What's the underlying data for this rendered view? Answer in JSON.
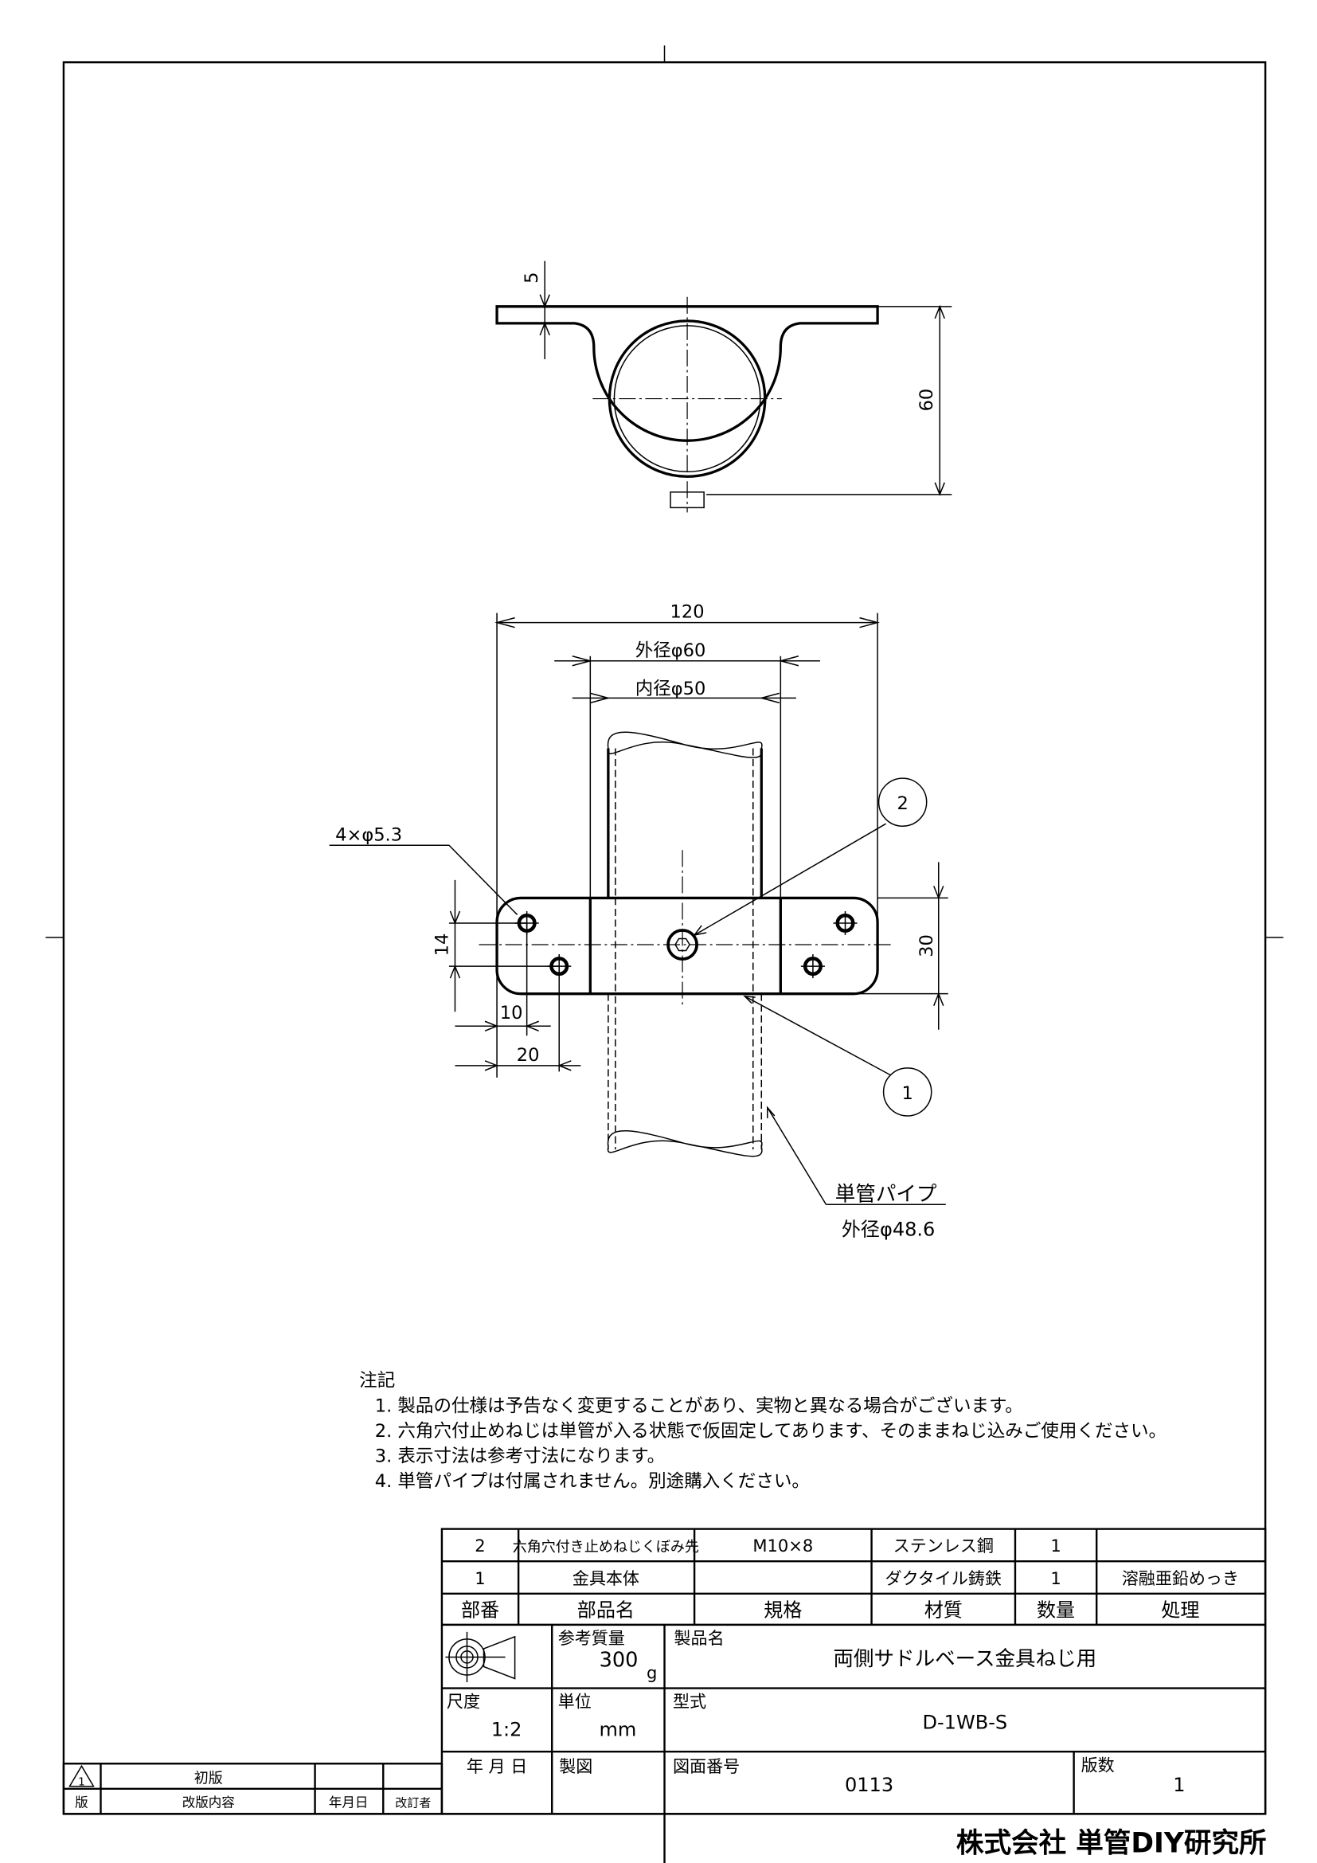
{
  "dimensions": {
    "thickness": "5",
    "height": "60",
    "width": "120",
    "outer_diameter": "外径φ60",
    "inner_diameter": "内径φ50",
    "holes": "4×φ5.3",
    "hole_pitch_v": "14",
    "plate_height": "30",
    "hole_offset_1": "10",
    "hole_offset_2": "20"
  },
  "balloons": [
    "1",
    "2"
  ],
  "pipe_label": {
    "name": "単管パイプ",
    "diameter": "外径φ48.6"
  },
  "notes": {
    "heading": "注記",
    "items": [
      "1. 製品の仕様は予告なく変更することがあり、実物と異なる場合がございます。",
      "2. 六角穴付止めねじは単管が入る状態で仮固定してあります、そのままねじ込みご使用ください。",
      "3. 表示寸法は参考寸法になります。",
      "4. 単管パイプは付属されません。別途購入ください。"
    ]
  },
  "parts_list": {
    "headers": [
      "部番",
      "部品名",
      "規格",
      "材質",
      "数量",
      "処理"
    ],
    "rows": [
      [
        "2",
        "六角穴付き止めねじくぼみ先",
        "M10×8",
        "ステンレス鋼",
        "1",
        ""
      ],
      [
        "1",
        "金具本体",
        "",
        "ダクタイル鋳鉄",
        "1",
        "溶融亜鉛めっき"
      ]
    ]
  },
  "title_block": {
    "mass_label": "参考質量",
    "mass_value": "300",
    "mass_unit": "g",
    "product_name_label": "製品名",
    "product_name": "両側サドルベース金具ねじ用",
    "scale_label": "尺度",
    "scale_value": "1:2",
    "unit_label": "単位",
    "unit_value": "mm",
    "model_label": "型式",
    "model_value": "D-1WB-S",
    "date_label": "年 月 日",
    "drafter_label": "製図",
    "drawing_no_label": "図面番号",
    "drawing_no": "0113",
    "revision_label": "版数",
    "revision_value": "1"
  },
  "revision_block": {
    "rows": [
      {
        "rev": "1",
        "content": "初版",
        "date": "",
        "reviser": ""
      }
    ],
    "headers": [
      "版",
      "改版内容",
      "年月日",
      "改訂者"
    ]
  },
  "company": "株式会社 単管DIY研究所"
}
